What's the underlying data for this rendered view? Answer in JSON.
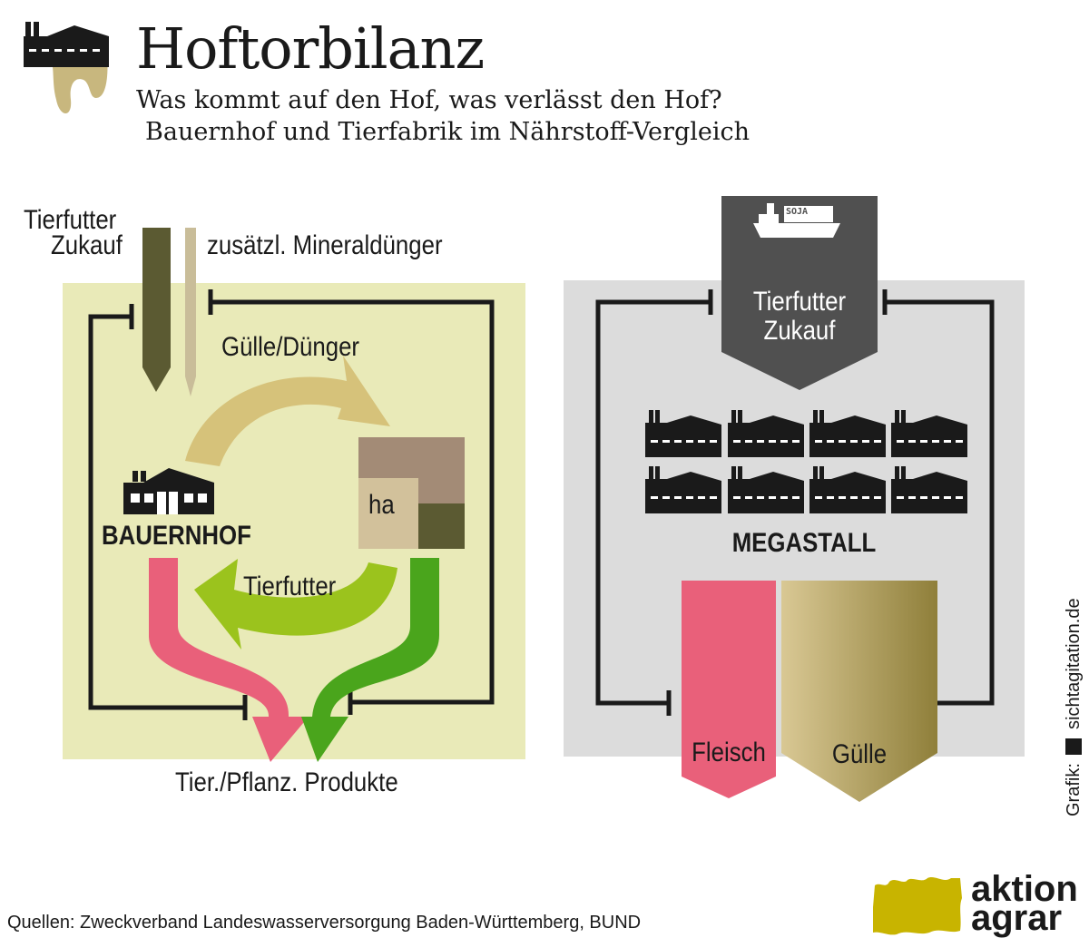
{
  "header": {
    "title": "Hoftorbilanz",
    "subtitle_line1": "Was kommt auf den Hof, was verlässt den Hof?",
    "subtitle_line2": "Bauernhof und Tierfabrik im Nährstoff-Vergleich"
  },
  "farm": {
    "feed_purchase_line1": "Tierfutter",
    "feed_purchase_line2": "Zukauf",
    "mineral_fertilizer": "zusätzl. Mineraldünger",
    "manure_arrow": "Gülle/Dünger",
    "field_label": "ha",
    "farm_label": "BAUERNHOF",
    "feed_arrow": "Tierfutter",
    "products": "Tier./Pflanz. Produkte"
  },
  "megafarm": {
    "ship_cargo": "SOJA",
    "feed_purchase_line1": "Tierfutter",
    "feed_purchase_line2": "Zukauf",
    "stall_label": "MEGASTALL",
    "meat_output": "Fleisch",
    "manure_output": "Gülle"
  },
  "footer": {
    "credit_prefix": "Grafik:",
    "credit_site": "sichtagitation.de",
    "sources": "Quellen:  Zweckverband Landeswasserversorgung Baden-Württemberg, BUND",
    "brand_line1": "aktion",
    "brand_line2": "agrar"
  },
  "colors": {
    "farm_panel": "#e9eab8",
    "mega_panel": "#dcdcdc",
    "dark_olive": "#5b5a32",
    "beige": "#c9bd99",
    "gold": "#d6c27a",
    "lime": "#9bc31d",
    "green": "#4aa51c",
    "pink": "#e9607a",
    "dark_grey": "#505050",
    "brand_yellow": "#c8b400"
  }
}
